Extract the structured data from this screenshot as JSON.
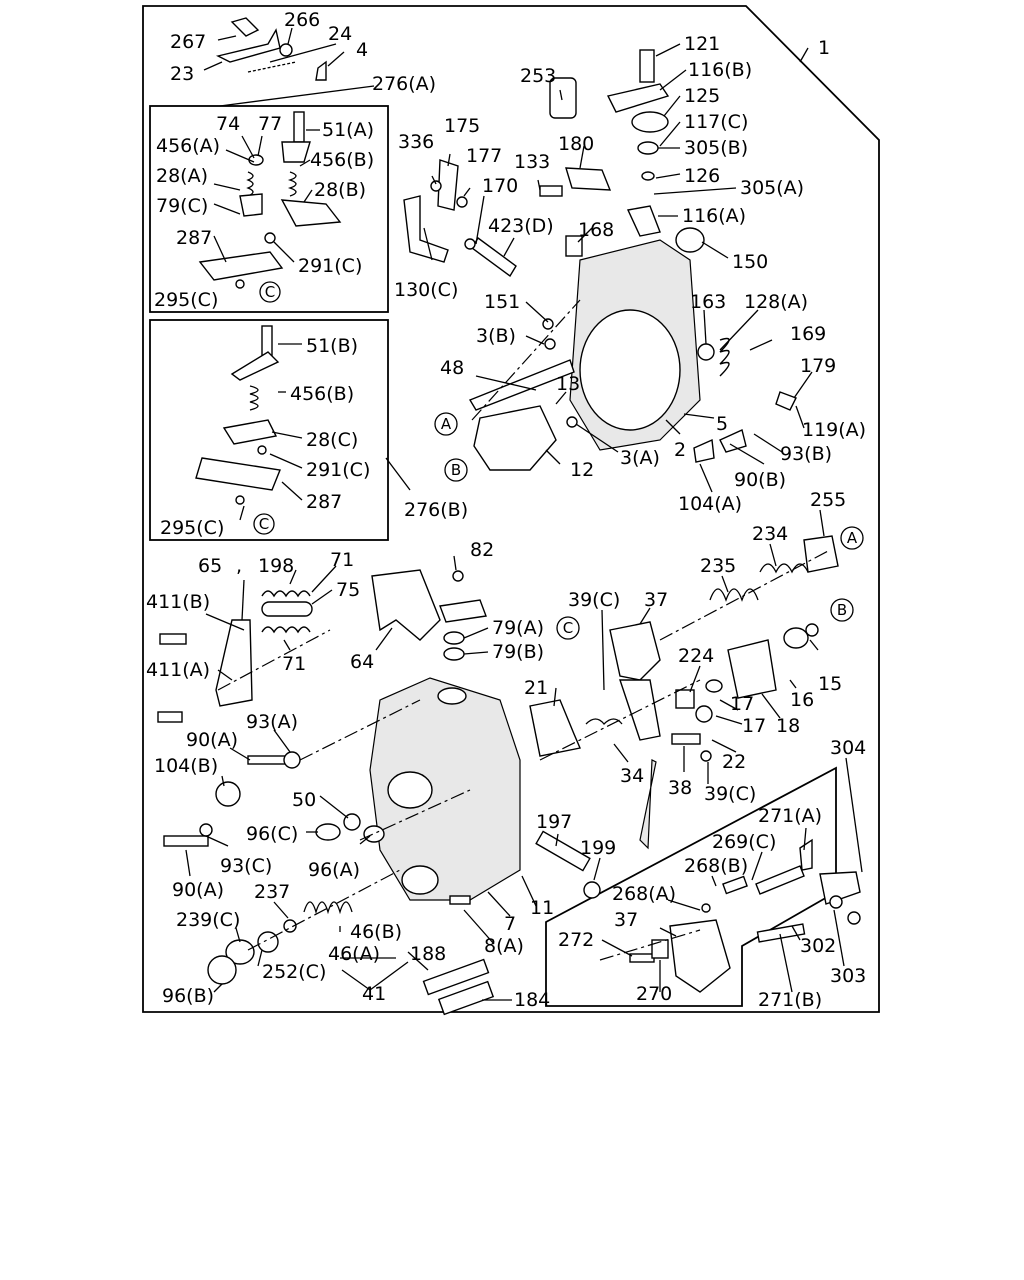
{
  "labels": {
    "l1": "1",
    "l267": "267",
    "l266": "266",
    "l24": "24",
    "l4": "4",
    "l23": "23",
    "l276A": "276(A)",
    "l74": "74",
    "l77": "77",
    "l51A": "51(A)",
    "l456A": "456(A)",
    "l456B_top": "456(B)",
    "l28A": "28(A)",
    "l28B": "28(B)",
    "l79C": "79(C)",
    "l287_top": "287",
    "l291C_top": "291(C)",
    "l295C_top": "295(C)",
    "l51B": "51(B)",
    "l456B_mid": "456(B)",
    "l28C": "28(C)",
    "l291C_mid": "291(C)",
    "l287_mid": "287",
    "l295C_mid": "295(C)",
    "l276B": "276(B)",
    "l336": "336",
    "l175": "175",
    "l177": "177",
    "l170": "170",
    "l130C": "130(C)",
    "l133": "133",
    "l253": "253",
    "l180": "180",
    "l423D": "423(D)",
    "l168": "168",
    "l121": "121",
    "l116B": "116(B)",
    "l125": "125",
    "l117C": "117(C)",
    "l305B": "305(B)",
    "l126": "126",
    "l305A": "305(A)",
    "l116A": "116(A)",
    "l150": "150",
    "l151": "151",
    "l3B": "3(B)",
    "l163": "163",
    "l128A": "128(A)",
    "l169": "169",
    "l179": "179",
    "l48": "48",
    "l13": "13",
    "l5": "5",
    "l119A": "119(A)",
    "l3A": "3(A)",
    "l2": "2",
    "l93B": "93(B)",
    "l12": "12",
    "l90B": "90(B)",
    "l104A": "104(A)",
    "l255": "255",
    "l234": "234",
    "l235": "235",
    "l65": "65",
    "l65sep": ",",
    "l198": "198",
    "l71_top": "71",
    "l75": "75",
    "l82": "82",
    "l411B": "411(B)",
    "l79A": "79(A)",
    "l79B": "79(B)",
    "l39C_top": "39(C)",
    "l37_top": "37",
    "l64": "64",
    "l224": "224",
    "l15": "15",
    "l411A": "411(A)",
    "l71_mid": "71",
    "l21": "21",
    "l16": "16",
    "l17a": "17",
    "l17b": "17",
    "l18": "18",
    "l22": "22",
    "l93A": "93(A)",
    "l90A_top": "90(A)",
    "l104B": "104(B)",
    "l34": "34",
    "l304": "304",
    "l38": "38",
    "l39C_bot": "39(C)",
    "l50": "50",
    "l271A": "271(A)",
    "l96C": "96(C)",
    "l197": "197",
    "l199": "199",
    "l269C": "269(C)",
    "l268B": "268(B)",
    "l93C": "93(C)",
    "l96A": "96(A)",
    "l90A_bot": "90(A)",
    "l237": "237",
    "l268A": "268(A)",
    "l7": "7",
    "l11": "11",
    "l239C": "239(C)",
    "l46B": "46(B)",
    "l8A": "8(A)",
    "l37_bot": "37",
    "l272": "272",
    "l46A": "46(A)",
    "l188": "188",
    "l252C": "252(C)",
    "l302": "302",
    "l303": "303",
    "l96B": "96(B)",
    "l41": "41",
    "l184": "184",
    "l270": "270",
    "l271B": "271(B)"
  },
  "callouts": {
    "cA": "A",
    "cB": "B",
    "cC": "C"
  }
}
